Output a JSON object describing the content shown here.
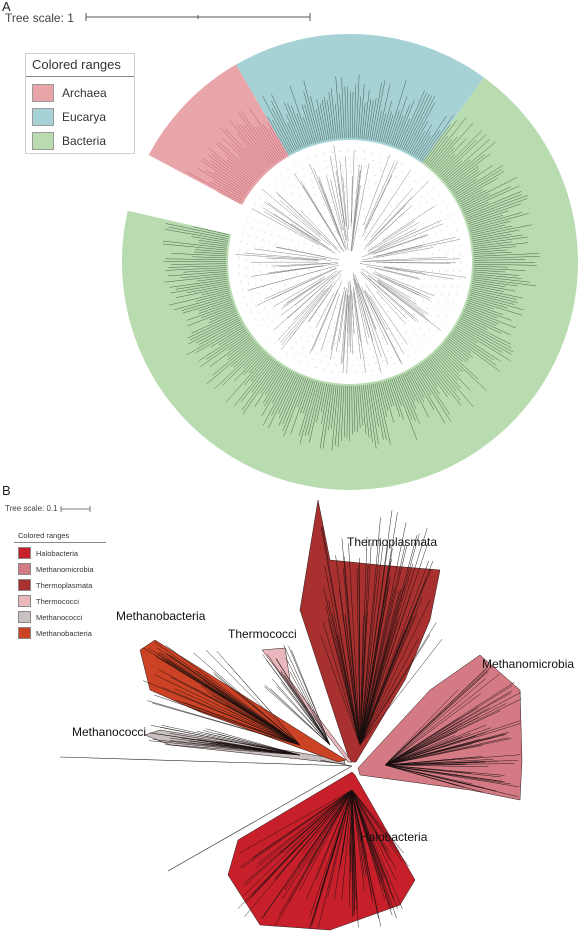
{
  "panel_a": {
    "letter": "A",
    "tree_scale": "Tree scale: 1",
    "legend": {
      "title": "Colored ranges",
      "items": [
        {
          "label": "Archaea",
          "color": "#e8a5aa"
        },
        {
          "label": "Eucarya",
          "color": "#a6d2d6"
        },
        {
          "label": "Bacteria",
          "color": "#b8dcb0"
        }
      ]
    }
  },
  "panel_b": {
    "letter": "B",
    "tree_scale": "Tree scale: 0.1",
    "legend": {
      "title": "Colored ranges",
      "items": [
        {
          "label": "Halobacteria",
          "color": "#c8202a"
        },
        {
          "label": "Methanomicrobia",
          "color": "#d47a84"
        },
        {
          "label": "Thermoplasmata",
          "color": "#a8302e"
        },
        {
          "label": "Thermococci",
          "color": "#eab8bc"
        },
        {
          "label": "Methanococci",
          "color": "#c9c0c0"
        },
        {
          "label": "Methanobacteria",
          "color": "#cc4224"
        }
      ]
    },
    "clade_labels": {
      "thermoplasmata": "Thermoplasmata",
      "methanobacteria": "Methanobacteria",
      "thermococci": "Thermococci",
      "methanomicrobia": "Methanomicrobia",
      "methanococci": "Methanococci",
      "halobacteria": "Halobacteria"
    }
  }
}
